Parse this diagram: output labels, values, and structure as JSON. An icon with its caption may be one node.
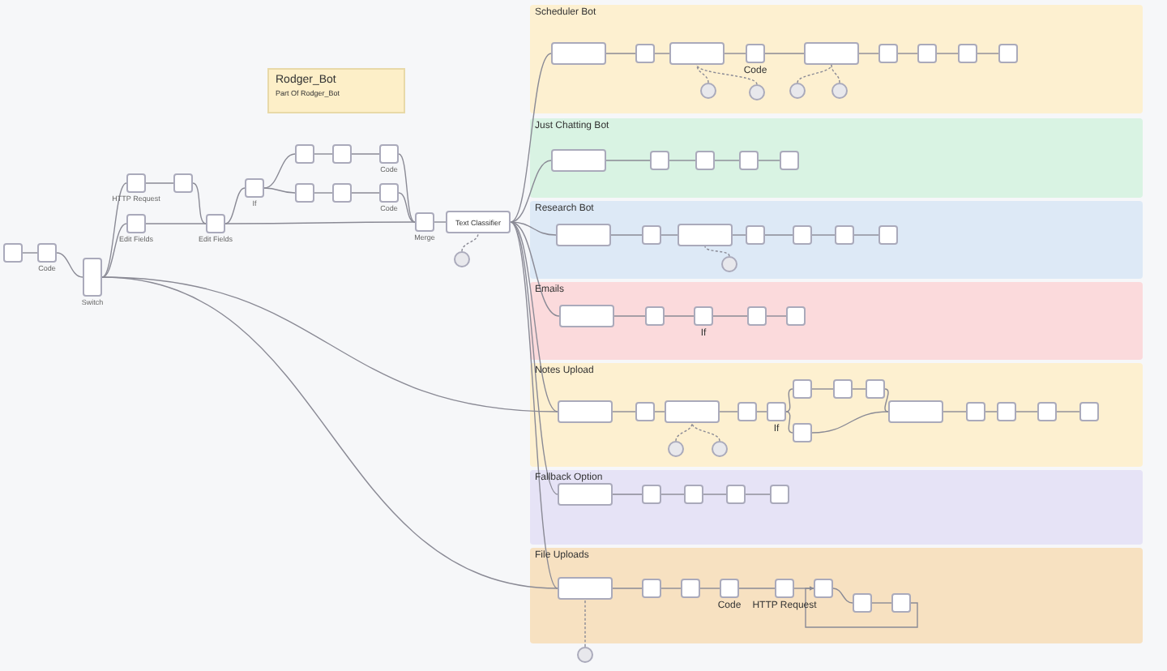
{
  "diagram": {
    "nodes": [
      {
        "text": [
          "Rodger_Bot",
          "Part Of Rodger_Bot"
        ]
      },
      {
        "text": [],
        "shape": "box"
      },
      {
        "text": [],
        "shape": "box",
        "beside": [
          "Code"
        ]
      },
      {
        "text": [],
        "shape": "box",
        "beside": [
          "Switch"
        ]
      },
      {
        "text": [],
        "shape": "box",
        "beside": [
          "HTTP Request"
        ]
      },
      {
        "text": [],
        "shape": "box"
      },
      {
        "text": [],
        "shape": "box",
        "beside": [
          "Edit Fields"
        ]
      },
      {
        "text": [],
        "shape": "box",
        "beside": [
          "Edit Fields"
        ]
      },
      {
        "text": [],
        "shape": "box",
        "beside": [
          "If"
        ]
      },
      {
        "text": [],
        "shape": "box"
      },
      {
        "text": [],
        "shape": "box"
      },
      {
        "text": [],
        "shape": "box",
        "beside": [
          "Code"
        ]
      },
      {
        "text": [],
        "shape": "box"
      },
      {
        "text": [],
        "shape": "box"
      },
      {
        "text": [],
        "shape": "box",
        "beside": [
          "Code"
        ]
      },
      {
        "text": [],
        "shape": "box",
        "beside": [
          "Merge"
        ]
      },
      {
        "text": [
          "Text Classifier"
        ]
      },
      {
        "text": [],
        "shape": "circle"
      },
      {
        "text": [
          "Scheduler Bot"
        ]
      },
      {
        "text": [],
        "shape": "box",
        "in": 18
      },
      {
        "text": [],
        "shape": "box",
        "in": 18
      },
      {
        "text": [],
        "shape": "box",
        "in": 18
      },
      {
        "text": [],
        "shape": "box",
        "in": 18,
        "beside": [
          "Code"
        ]
      },
      {
        "text": [],
        "shape": "box",
        "in": 18
      },
      {
        "text": [],
        "shape": "box",
        "in": 18
      },
      {
        "text": [],
        "shape": "box",
        "in": 18
      },
      {
        "text": [],
        "shape": "box",
        "in": 18
      },
      {
        "text": [],
        "shape": "box",
        "in": 18
      },
      {
        "text": [],
        "shape": "circle",
        "in": 18
      },
      {
        "text": [],
        "shape": "circle",
        "in": 18
      },
      {
        "text": [],
        "shape": "circle",
        "in": 18
      },
      {
        "text": [],
        "shape": "circle",
        "in": 18
      },
      {
        "text": [
          "Just Chatting Bot"
        ]
      },
      {
        "text": [],
        "shape": "box",
        "in": 32
      },
      {
        "text": [],
        "shape": "box",
        "in": 32
      },
      {
        "text": [],
        "shape": "box",
        "in": 32
      },
      {
        "text": [],
        "shape": "box",
        "in": 32
      },
      {
        "text": [],
        "shape": "box",
        "in": 32
      },
      {
        "text": [
          "Research Bot"
        ]
      },
      {
        "text": [],
        "shape": "box",
        "in": 38
      },
      {
        "text": [],
        "shape": "box",
        "in": 38
      },
      {
        "text": [],
        "shape": "box",
        "in": 38
      },
      {
        "text": [],
        "shape": "box",
        "in": 38
      },
      {
        "text": [],
        "shape": "box",
        "in": 38
      },
      {
        "text": [],
        "shape": "box",
        "in": 38
      },
      {
        "text": [],
        "shape": "box",
        "in": 38
      },
      {
        "text": [],
        "shape": "circle",
        "in": 38
      },
      {
        "text": [
          "Emails"
        ]
      },
      {
        "text": [],
        "shape": "box",
        "in": 47
      },
      {
        "text": [],
        "shape": "box",
        "in": 47
      },
      {
        "text": [],
        "shape": "box",
        "in": 47,
        "beside": [
          "If"
        ]
      },
      {
        "text": [],
        "shape": "box",
        "in": 47
      },
      {
        "text": [],
        "shape": "box",
        "in": 47
      },
      {
        "text": [
          "Notes Upload"
        ]
      },
      {
        "text": [],
        "shape": "box",
        "in": 53
      },
      {
        "text": [],
        "shape": "box",
        "in": 53
      },
      {
        "text": [],
        "shape": "box",
        "in": 53
      },
      {
        "text": [],
        "shape": "box",
        "in": 53
      },
      {
        "text": [],
        "shape": "box",
        "in": 53,
        "beside": [
          "If"
        ]
      },
      {
        "text": [],
        "shape": "box",
        "in": 53
      },
      {
        "text": [],
        "shape": "box",
        "in": 53
      },
      {
        "text": [],
        "shape": "box",
        "in": 53
      },
      {
        "text": [],
        "shape": "box",
        "in": 53
      },
      {
        "text": [],
        "shape": "box",
        "in": 53
      },
      {
        "text": [],
        "shape": "box",
        "in": 53
      },
      {
        "text": [],
        "shape": "box",
        "in": 53
      },
      {
        "text": [],
        "shape": "box",
        "in": 53
      },
      {
        "text": [],
        "shape": "box",
        "in": 53
      },
      {
        "text": [],
        "shape": "circle",
        "in": 53
      },
      {
        "text": [],
        "shape": "circle",
        "in": 53
      },
      {
        "text": [
          "Fallback Option"
        ]
      },
      {
        "text": [],
        "shape": "box",
        "in": 70
      },
      {
        "text": [],
        "shape": "box",
        "in": 70
      },
      {
        "text": [],
        "shape": "box",
        "in": 70
      },
      {
        "text": [],
        "shape": "box",
        "in": 70
      },
      {
        "text": [],
        "shape": "box",
        "in": 70
      },
      {
        "text": [
          "File Uploads"
        ]
      },
      {
        "text": [],
        "shape": "box",
        "in": 76
      },
      {
        "text": [],
        "shape": "box",
        "in": 76
      },
      {
        "text": [],
        "shape": "box",
        "in": 76
      },
      {
        "text": [],
        "shape": "box",
        "in": 76,
        "beside": [
          "Code"
        ]
      },
      {
        "text": [],
        "shape": "box",
        "in": 76,
        "beside": [
          "HTTP Request"
        ]
      },
      {
        "text": [],
        "shape": "box",
        "in": 76
      },
      {
        "text": [],
        "shape": "box",
        "in": 76
      },
      {
        "text": [],
        "shape": "box",
        "in": 76
      },
      {
        "text": [],
        "shape": "circle"
      }
    ],
    "edges": [
      {
        "from": 1,
        "to": 2,
        "arrow": "none"
      },
      {
        "from": 2,
        "to": 3,
        "arrow": "none"
      },
      {
        "from": 3,
        "to": 4,
        "arrow": "none"
      },
      {
        "from": 3,
        "to": 6,
        "arrow": "none"
      },
      {
        "from": 4,
        "to": 5,
        "arrow": "none"
      },
      {
        "from": 5,
        "to": 7,
        "arrow": "none"
      },
      {
        "from": 6,
        "to": 7,
        "arrow": "none"
      },
      {
        "from": 7,
        "to": 8,
        "arrow": "none"
      },
      {
        "from": 8,
        "to": 9,
        "arrow": "none"
      },
      {
        "from": 8,
        "to": 12,
        "arrow": "none"
      },
      {
        "from": 9,
        "to": 10,
        "arrow": "none"
      },
      {
        "from": 10,
        "to": 11,
        "arrow": "none"
      },
      {
        "from": 12,
        "to": 13,
        "arrow": "none"
      },
      {
        "from": 13,
        "to": 14,
        "arrow": "none"
      },
      {
        "from": 11,
        "to": 15,
        "arrow": "none"
      },
      {
        "from": 14,
        "to": 15,
        "arrow": "none"
      },
      {
        "from": 7,
        "to": 15,
        "arrow": "none"
      },
      {
        "from": 15,
        "to": 16,
        "arrow": "none"
      },
      {
        "from": 17,
        "to": 16,
        "arrow": "none",
        "style": "dashed"
      },
      {
        "from": 16,
        "to": 19,
        "arrow": "none"
      },
      {
        "from": 16,
        "to": 33,
        "arrow": "none"
      },
      {
        "from": 16,
        "to": 39,
        "arrow": "none"
      },
      {
        "from": 16,
        "to": 48,
        "arrow": "none"
      },
      {
        "from": 16,
        "to": 54,
        "arrow": "none"
      },
      {
        "from": 16,
        "to": 71,
        "arrow": "none"
      },
      {
        "from": 16,
        "to": 77,
        "arrow": "none"
      },
      {
        "from": 3,
        "to": 54,
        "arrow": "none"
      },
      {
        "from": 3,
        "to": 77,
        "arrow": "none"
      },
      {
        "from": 19,
        "to": 20,
        "arrow": "none"
      },
      {
        "from": 20,
        "to": 21,
        "arrow": "none"
      },
      {
        "from": 21,
        "to": 22,
        "arrow": "none"
      },
      {
        "from": 22,
        "to": 23,
        "arrow": "none"
      },
      {
        "from": 23,
        "to": 24,
        "arrow": "none"
      },
      {
        "from": 24,
        "to": 25,
        "arrow": "none"
      },
      {
        "from": 25,
        "to": 26,
        "arrow": "none"
      },
      {
        "from": 26,
        "to": 27,
        "arrow": "none"
      },
      {
        "from": 28,
        "to": 21,
        "arrow": "none",
        "style": "dashed"
      },
      {
        "from": 29,
        "to": 21,
        "arrow": "none",
        "style": "dashed"
      },
      {
        "from": 30,
        "to": 23,
        "arrow": "none",
        "style": "dashed"
      },
      {
        "from": 31,
        "to": 23,
        "arrow": "none",
        "style": "dashed"
      },
      {
        "from": 33,
        "to": 34,
        "arrow": "none"
      },
      {
        "from": 34,
        "to": 35,
        "arrow": "none"
      },
      {
        "from": 35,
        "to": 36,
        "arrow": "none"
      },
      {
        "from": 36,
        "to": 37,
        "arrow": "none"
      },
      {
        "from": 39,
        "to": 40,
        "arrow": "none"
      },
      {
        "from": 40,
        "to": 41,
        "arrow": "none"
      },
      {
        "from": 41,
        "to": 42,
        "arrow": "none"
      },
      {
        "from": 42,
        "to": 43,
        "arrow": "none"
      },
      {
        "from": 43,
        "to": 44,
        "arrow": "none"
      },
      {
        "from": 44,
        "to": 45,
        "arrow": "none"
      },
      {
        "from": 46,
        "to": 41,
        "arrow": "none",
        "style": "dashed"
      },
      {
        "from": 48,
        "to": 49,
        "arrow": "none"
      },
      {
        "from": 49,
        "to": 50,
        "arrow": "none"
      },
      {
        "from": 50,
        "to": 51,
        "arrow": "none"
      },
      {
        "from": 51,
        "to": 52,
        "arrow": "none"
      },
      {
        "from": 54,
        "to": 55,
        "arrow": "none"
      },
      {
        "from": 55,
        "to": 56,
        "arrow": "none"
      },
      {
        "from": 56,
        "to": 57,
        "arrow": "none"
      },
      {
        "from": 57,
        "to": 58,
        "arrow": "none"
      },
      {
        "from": 58,
        "to": 59,
        "arrow": "none"
      },
      {
        "from": 59,
        "to": 60,
        "arrow": "none"
      },
      {
        "from": 60,
        "to": 61,
        "arrow": "none"
      },
      {
        "from": 61,
        "to": 63,
        "arrow": "none"
      },
      {
        "from": 58,
        "to": 62,
        "arrow": "none"
      },
      {
        "from": 62,
        "to": 63,
        "arrow": "none"
      },
      {
        "from": 63,
        "to": 64,
        "arrow": "none"
      },
      {
        "from": 64,
        "to": 65,
        "arrow": "none"
      },
      {
        "from": 65,
        "to": 66,
        "arrow": "none"
      },
      {
        "from": 66,
        "to": 67,
        "arrow": "none"
      },
      {
        "from": 68,
        "to": 56,
        "arrow": "none",
        "style": "dashed"
      },
      {
        "from": 69,
        "to": 56,
        "arrow": "none",
        "style": "dashed"
      },
      {
        "from": 71,
        "to": 72,
        "arrow": "none"
      },
      {
        "from": 72,
        "to": 73,
        "arrow": "none"
      },
      {
        "from": 73,
        "to": 74,
        "arrow": "none"
      },
      {
        "from": 74,
        "to": 75,
        "arrow": "none"
      },
      {
        "from": 77,
        "to": 78,
        "arrow": "none"
      },
      {
        "from": 78,
        "to": 79,
        "arrow": "none"
      },
      {
        "from": 79,
        "to": 80,
        "arrow": "none"
      },
      {
        "from": 80,
        "to": 81,
        "arrow": "none"
      },
      {
        "from": 81,
        "to": 82,
        "arrow": "none"
      },
      {
        "from": 82,
        "to": 83,
        "arrow": "none"
      },
      {
        "from": 83,
        "to": 84,
        "arrow": "none"
      },
      {
        "from": 84,
        "to": 82,
        "arrow": "to"
      },
      {
        "from": 85,
        "to": 77,
        "arrow": "none",
        "style": "dashed"
      }
    ]
  }
}
